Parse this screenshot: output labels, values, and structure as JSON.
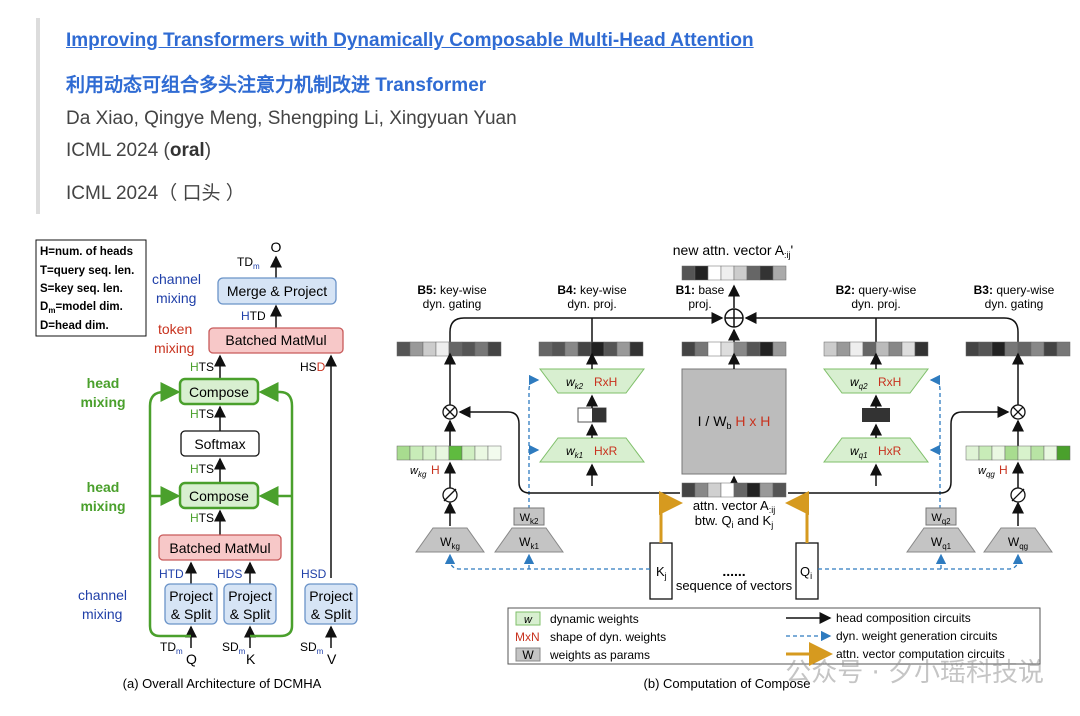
{
  "article": {
    "title": "Improving Transformers with Dynamically Composable Multi-Head Attention",
    "title_zh": "利用动态可组合多头注意力机制改进 Transformer",
    "authors": "Da Xiao, Qingye Meng, Shengping Li, Xingyuan Yuan",
    "venue_prefix": "ICML 2024 (",
    "venue_bold": "oral",
    "venue_suffix": ")",
    "venue_zh": "ICML 2024（ 口头 ）"
  },
  "figure_a": {
    "legend": [
      "H=num. of heads",
      "T=query seq. len.",
      "S=key seq. len.",
      "D",
      "=model dim.",
      "D=head dim."
    ],
    "legend_sub": "m",
    "out": "O",
    "td_m": "TD",
    "sub_m": "m",
    "channel": "channel",
    "mixing": "mixing",
    "token": "token",
    "head": "head",
    "merge": "Merge & Project",
    "htd_h": "H",
    "htd_td": "TD",
    "bmm": "Batched MatMul",
    "hts_h": "H",
    "hts_ts": "TS",
    "hsd_h": "HS",
    "hsd_d": "D",
    "compose": "Compose",
    "softmax": "Softmax",
    "htd": "HTD",
    "hds": "HDS",
    "hsd": "HSD",
    "project": "Project",
    "split": "& Split",
    "q": "Q",
    "k": "K",
    "v": "V",
    "sd": "SD",
    "caption": "(a) Overall Architecture of DCMHA"
  },
  "figure_b": {
    "new_vec": "new attn. vector A",
    "new_vec_sub": ":ij",
    "new_vec_prime": "'",
    "b5": "B5:",
    "b5_a": "key-wise",
    "b5_b": "dyn. gating",
    "b4": "B4:",
    "b4_a": "key-wise",
    "b4_b": "dyn. proj.",
    "b1": "B1:",
    "b1_a": "base",
    "b1_b": "proj.",
    "b2": "B2:",
    "b2_a": "query-wise",
    "b2_b": "dyn. proj.",
    "b3": "B3:",
    "b3_a": "query-wise",
    "b3_b": "dyn. gating",
    "wk2": "w",
    "wk2_sub": "k2",
    "rxh": "RxH",
    "hxr": "HxR",
    "wk1_sub": "k1",
    "wq2_sub": "q2",
    "wq1_sub": "q1",
    "wkg_sub": "kg",
    "wqg_sub": "qg",
    "h": "H",
    "iwb": "I / W",
    "iwb_sub": "b",
    "hxh": "H x H",
    "attn": "attn. vector A",
    "attn_sub": ":ij",
    "btw": "btw. Q",
    "btw_i": "i",
    "btw_and": " and K",
    "btw_j": "j",
    "W": "W",
    "kj": "K",
    "kj_sub": "j",
    "qi": "Q",
    "qi_sub": "i",
    "dots": "......",
    "seq": "sequence of vectors",
    "leg_w": "w",
    "leg_dyn": "dynamic weights",
    "leg_mxn": "MxN",
    "leg_shape": "shape of dyn. weights",
    "leg_W": "W",
    "leg_params": "weights as params",
    "leg_head": "head composition circuits",
    "leg_gen": "dyn. weight generation circuits",
    "leg_attn": "attn. vector computation circuits",
    "caption": "(b) Computation of Compose"
  },
  "watermark": "公众号 · 夕小瑶科技说",
  "colors": {
    "link": "#2f6bd3",
    "green": "#4aa02c",
    "blue": "#1f3fa8",
    "red": "#c8321e",
    "gold": "#d69a1f",
    "dash": "#2e7bbf"
  }
}
